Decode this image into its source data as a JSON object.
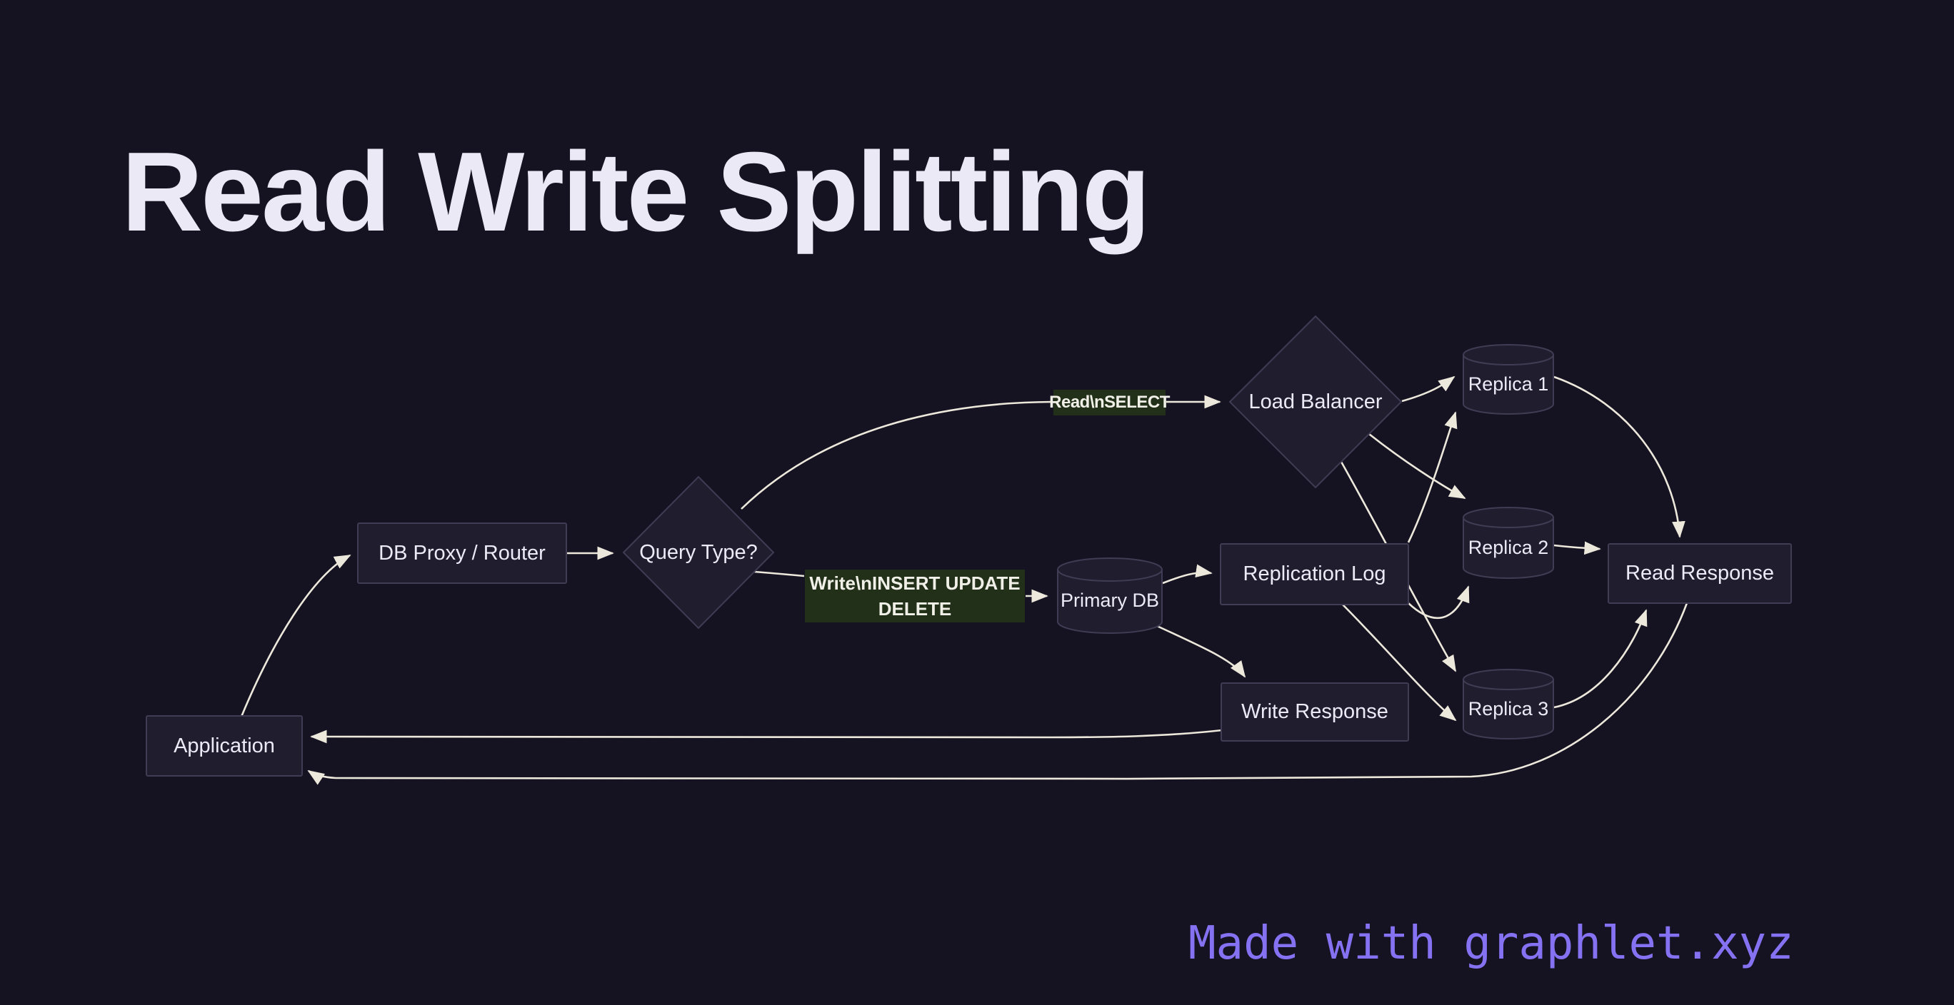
{
  "page": {
    "title": "Read Write Splitting",
    "footer": "Made with graphlet.xyz"
  },
  "colors": {
    "background": "#151221",
    "node_fill": "#201d2e",
    "node_border": "#3f3c54",
    "node_text": "#edeaf7",
    "edge": "#ece8db",
    "edge_label_bg": "#223019",
    "edge_label_text": "#f1f0e8",
    "title_text": "#ece9f6",
    "footer_text": "#8472f2"
  },
  "diagram": {
    "nodes": {
      "application": {
        "label": "Application",
        "shape": "rect"
      },
      "db_proxy": {
        "label": "DB Proxy / Router",
        "shape": "rect"
      },
      "query_type": {
        "label": "Query Type?",
        "shape": "diamond"
      },
      "load_balancer": {
        "label": "Load Balancer",
        "shape": "diamond"
      },
      "primary_db": {
        "label": "Primary DB",
        "shape": "cylinder"
      },
      "replication_log": {
        "label": "Replication Log",
        "shape": "rect"
      },
      "write_response": {
        "label": "Write Response",
        "shape": "rect"
      },
      "replica_1": {
        "label": "Replica 1",
        "shape": "cylinder"
      },
      "replica_2": {
        "label": "Replica 2",
        "shape": "cylinder"
      },
      "replica_3": {
        "label": "Replica 3",
        "shape": "cylinder"
      },
      "read_response": {
        "label": "Read Response",
        "shape": "rect"
      }
    },
    "edge_labels": {
      "read": "Read\\nSELECT",
      "write": "Write\\nINSERT UPDATE DELETE"
    },
    "edges": [
      {
        "from": "application",
        "to": "db_proxy"
      },
      {
        "from": "db_proxy",
        "to": "query_type"
      },
      {
        "from": "query_type",
        "to": "load_balancer",
        "label": "Read\\nSELECT"
      },
      {
        "from": "query_type",
        "to": "primary_db",
        "label": "Write\\nINSERT UPDATE DELETE"
      },
      {
        "from": "primary_db",
        "to": "replication_log"
      },
      {
        "from": "primary_db",
        "to": "write_response"
      },
      {
        "from": "load_balancer",
        "to": "replica_1"
      },
      {
        "from": "load_balancer",
        "to": "replica_2"
      },
      {
        "from": "load_balancer",
        "to": "replica_3"
      },
      {
        "from": "replication_log",
        "to": "replica_1"
      },
      {
        "from": "replication_log",
        "to": "replica_2"
      },
      {
        "from": "replication_log",
        "to": "replica_3"
      },
      {
        "from": "replica_1",
        "to": "read_response"
      },
      {
        "from": "replica_2",
        "to": "read_response"
      },
      {
        "from": "replica_3",
        "to": "read_response"
      },
      {
        "from": "write_response",
        "to": "application"
      },
      {
        "from": "read_response",
        "to": "application"
      }
    ]
  }
}
